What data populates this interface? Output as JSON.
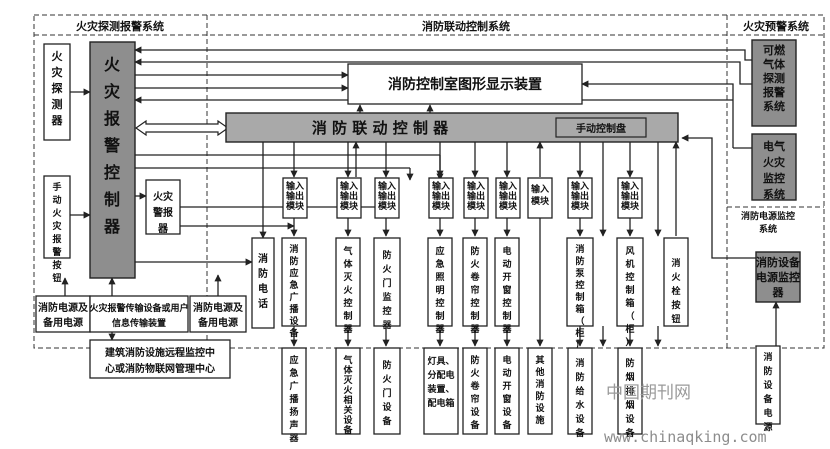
{
  "sections": {
    "left": "火灾探测报警系统",
    "middle": "消防联动控制系统",
    "right": "火灾预警系统"
  },
  "left": {
    "detector": "火灾探测器",
    "manual_button": "手动火灾报警按钮",
    "controller": "火灾报警控制器",
    "alarm": "火灾警报器",
    "power": "消防电源及备用电源",
    "transmission": "火灾报警传输设备或用户信息传输装置",
    "power2": "消防电源及备用电源",
    "monitoring_center": "建筑消防设施远程监控中心或消防物联网管理中心"
  },
  "center": {
    "display": "消防控制室图形显示装置",
    "linkage_controller": "消 防 联 动 控 制 器",
    "manual_panel": "手动控制盘",
    "telephone": "消防电话",
    "io_module": "输入输出模块",
    "input_module": "输入模块",
    "hydrant_button": "消火栓按钮"
  },
  "columns": [
    {
      "id": "broadcast",
      "controller": "消防应急广播设备",
      "device": "应急广播扬声器"
    },
    {
      "id": "gas",
      "controller": "气体灭火控制器",
      "device": "气体灭火相关设备"
    },
    {
      "id": "firedoor",
      "controller": "防火门监控器",
      "device": "防火门设备"
    },
    {
      "id": "lighting",
      "controller": "应急照明控制器",
      "device": "灯具、分配电装置、配电箱"
    },
    {
      "id": "shutter",
      "controller": "防火卷帘控制器",
      "device": "防火卷帘设备"
    },
    {
      "id": "window",
      "controller": "电动开窗控制器",
      "device": "电动开窗设备"
    },
    {
      "id": "other",
      "device": "其他消防设施"
    },
    {
      "id": "pump",
      "controller": "消防泵控制箱（柜）",
      "device": "消防给水设备"
    },
    {
      "id": "fan",
      "controller": "风机控制箱（柜）",
      "device": "防烟排烟设备"
    }
  ],
  "right": {
    "gas_detector": "可燃气体探测报警系统",
    "electrical": "电气火灾监控系统",
    "power_section": "消防电源监控系统",
    "power_monitor": "消防设备电源监控器",
    "power_device": "消防设备电源"
  },
  "watermark": {
    "cn": "中国期刊网",
    "url": "www.chinaqking.com"
  }
}
